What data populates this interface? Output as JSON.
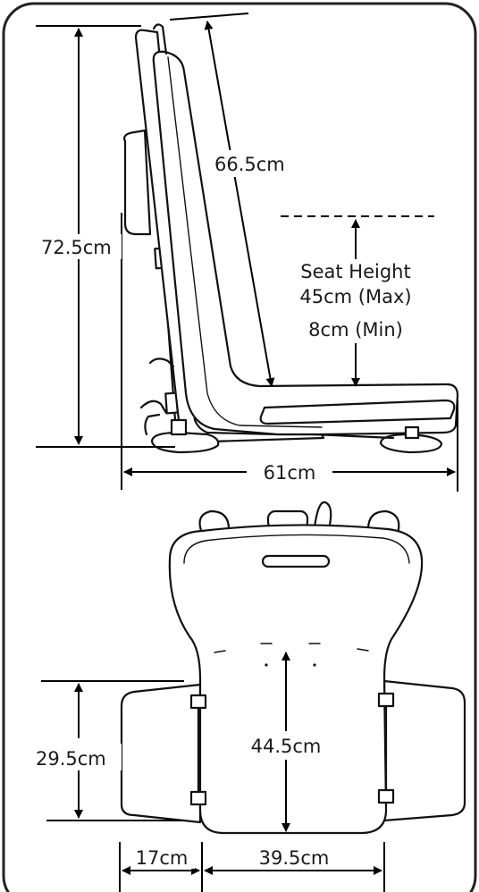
{
  "side_view": {
    "height_total": "72.5cm",
    "backrest_length": "66.5cm",
    "seat_height_title": "Seat Height",
    "seat_height_max": "45cm (Max)",
    "seat_height_min": "8cm (Min)",
    "depth": "61cm"
  },
  "top_view": {
    "seat_length": "44.5cm",
    "flap_depth": "29.5cm",
    "flap_width": "17cm",
    "seat_width": "39.5cm"
  },
  "colors": {
    "frame": "#222222",
    "line": "#111111",
    "background": "#ffffff"
  }
}
